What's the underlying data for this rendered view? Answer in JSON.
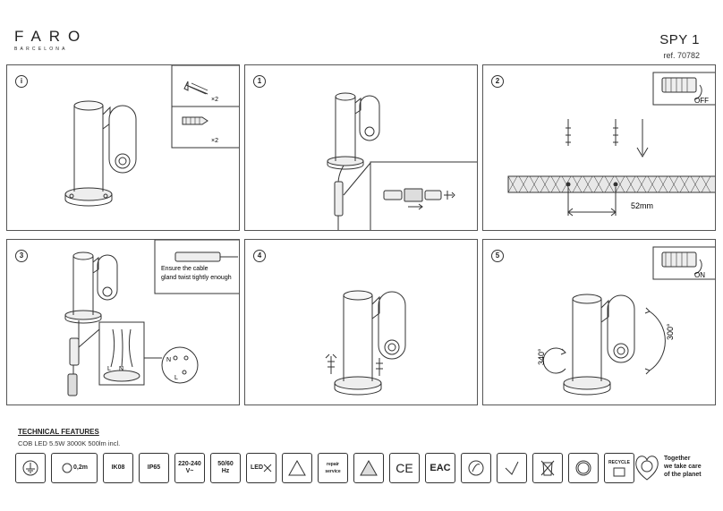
{
  "header": {
    "brand": "FARO",
    "brand_sub": "BARCELONA",
    "product": "SPY 1",
    "ref": "ref. 70782"
  },
  "panels": [
    {
      "step": "i",
      "screw_qty": "×2",
      "anchor_qty": "×2"
    },
    {
      "step": "1"
    },
    {
      "step": "2",
      "switch_label": "OFF",
      "distance": "52mm"
    },
    {
      "step": "3",
      "note_line1": "Ensure the cable",
      "note_line2": "gland twist tightly enough",
      "wire_l": "L",
      "wire_n": "N",
      "term_n": "N",
      "term_l": "L"
    },
    {
      "step": "4"
    },
    {
      "step": "5",
      "switch_label": "ON",
      "rot_340": "340°",
      "rot_300": "300°"
    }
  ],
  "technical": {
    "title": "TECHNICAL FEATURES",
    "line": "COB LED 5.5W 3000K 500lm incl."
  },
  "badges": {
    "cable": "0,2m",
    "ik": "IK08",
    "ip": "IP65",
    "voltage_1": "220-240",
    "voltage_2": "V~",
    "hz_1": "50/60",
    "hz_2": "Hz",
    "led": "LED",
    "repair": "repair service",
    "ce": "CE",
    "eac": "EAC",
    "recycle": "RECYCLE"
  },
  "planet": {
    "line1": "Together",
    "line2": "we take care",
    "line3": "of the planet"
  }
}
